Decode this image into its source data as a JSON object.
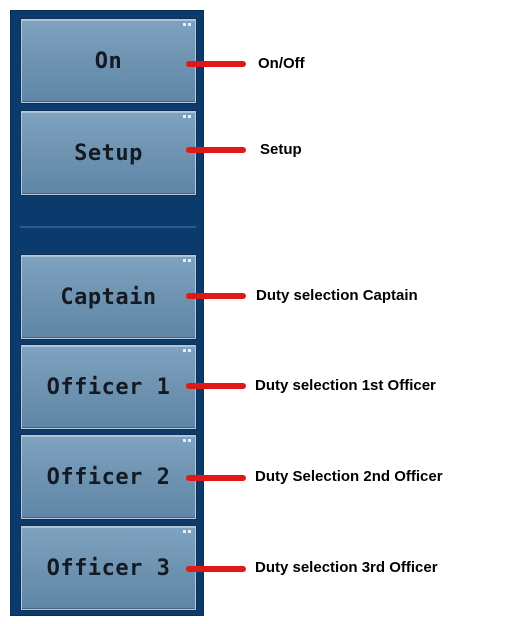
{
  "panel": {
    "buttons": [
      {
        "id": "on",
        "label": "On"
      },
      {
        "id": "setup",
        "label": "Setup"
      },
      {
        "id": "captain",
        "label": "Captain"
      },
      {
        "id": "officer-1",
        "label": "Officer 1"
      },
      {
        "id": "officer-2",
        "label": "Officer 2"
      },
      {
        "id": "officer-3",
        "label": "Officer 3"
      }
    ]
  },
  "callouts": [
    {
      "label": "On/Off"
    },
    {
      "label": "Setup"
    },
    {
      "label": "Duty selection Captain"
    },
    {
      "label": "Duty selection 1st Officer"
    },
    {
      "label": "Duty Selection 2nd Officer"
    },
    {
      "label": "Duty selection 3rd Officer"
    }
  ],
  "colors": {
    "panel": "#0b3a6d",
    "button": "#7096b4",
    "callout_line": "#e01818"
  }
}
